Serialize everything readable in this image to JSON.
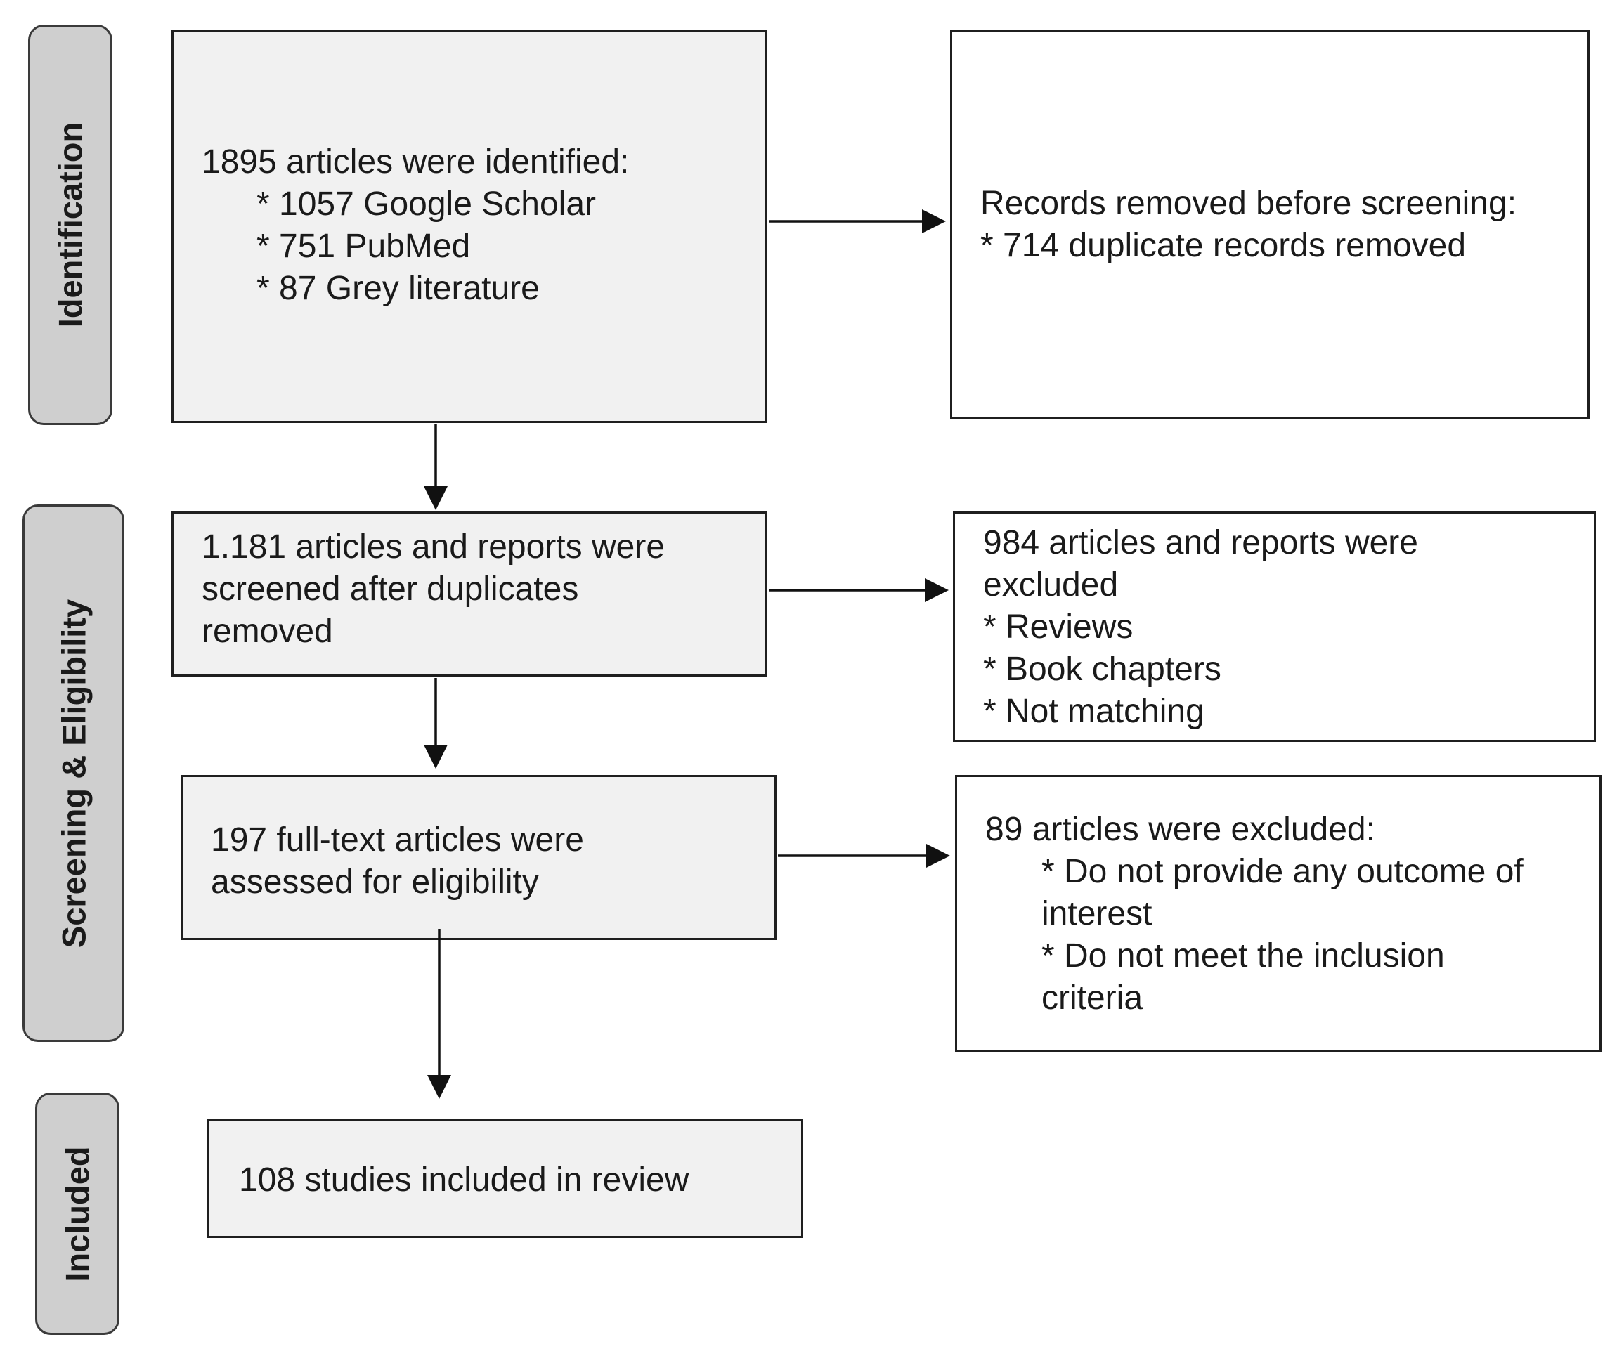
{
  "stages": {
    "identification": "Identification",
    "screening": "Screening & Eligibility",
    "included": "Included"
  },
  "identification_box": {
    "line1": "1895 articles were identified:",
    "line2": "* 1057 Google Scholar",
    "line3": "* 751 PubMed",
    "line4": "* 87 Grey literature"
  },
  "removed_box": {
    "line1": "Records removed before screening:",
    "line2": "* 714 duplicate records removed"
  },
  "screened_box": {
    "line1": "1.181 articles and reports were",
    "line2": "screened after duplicates",
    "line3": "removed"
  },
  "excluded_box": {
    "line1": "984 articles and reports were",
    "line2": "excluded",
    "line3": "* Reviews",
    "line4": "* Book chapters",
    "line5": "* Not matching"
  },
  "fulltext_box": {
    "line1": "197 full-text articles were",
    "line2": "assessed for eligibility"
  },
  "excluded2_box": {
    "line1": "89 articles were excluded:",
    "line2": "* Do not provide any outcome of",
    "line3": "interest",
    "line4": "* Do not meet the inclusion",
    "line5": "criteria"
  },
  "included_box": {
    "line1": "108 studies included in review"
  }
}
